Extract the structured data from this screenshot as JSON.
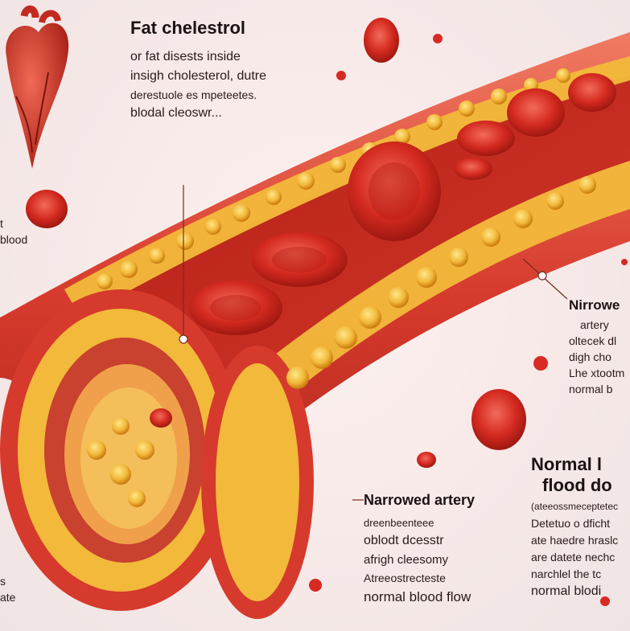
{
  "colors": {
    "artery_wall": "#d63a2c",
    "artery_dark": "#9e1a12",
    "plaque": "#f2b93a",
    "plaque_dark": "#d98a14",
    "blood_cell": "#d82a22",
    "lumen": "#c0261c",
    "text": "#2a1a1a",
    "background": "#f7e9e8"
  },
  "icons": [
    "heart-icon",
    "red-blood-cell-icon",
    "plaque-icon"
  ],
  "labels": {
    "top": {
      "title": "Fat chelestrol",
      "lines": [
        "or fat disests  inside",
        "insigh cholesterol, dutre",
        "derestuole es mpeteetes.",
        "blodal cleoswr..."
      ]
    },
    "left_edge": {
      "lines": [
        "t",
        "blood"
      ]
    },
    "left_bottom": {
      "lines": [
        "s",
        "ate"
      ]
    },
    "right_mid": {
      "title": "Nirrowe",
      "lines": [
        "artery",
        "oltecek dl",
        "digh cho",
        "Lhe xtootm",
        "normal b"
      ]
    },
    "center_bottom": {
      "title": "Narrowed artery",
      "lines": [
        "dreenbeenteee",
        "oblodt dcesstr",
        "afrigh cleesomy",
        "Atreeostrecteste",
        "normal blood flow"
      ]
    },
    "right_bottom": {
      "title_lines": [
        "Normal l",
        "flood do"
      ],
      "lines": [
        "(ateeossmeceptetec",
        "Detetuo o dficht",
        "ate haedre hraslc",
        "are datete nechc",
        "narchlel the tc",
        "normal blodi"
      ]
    }
  }
}
